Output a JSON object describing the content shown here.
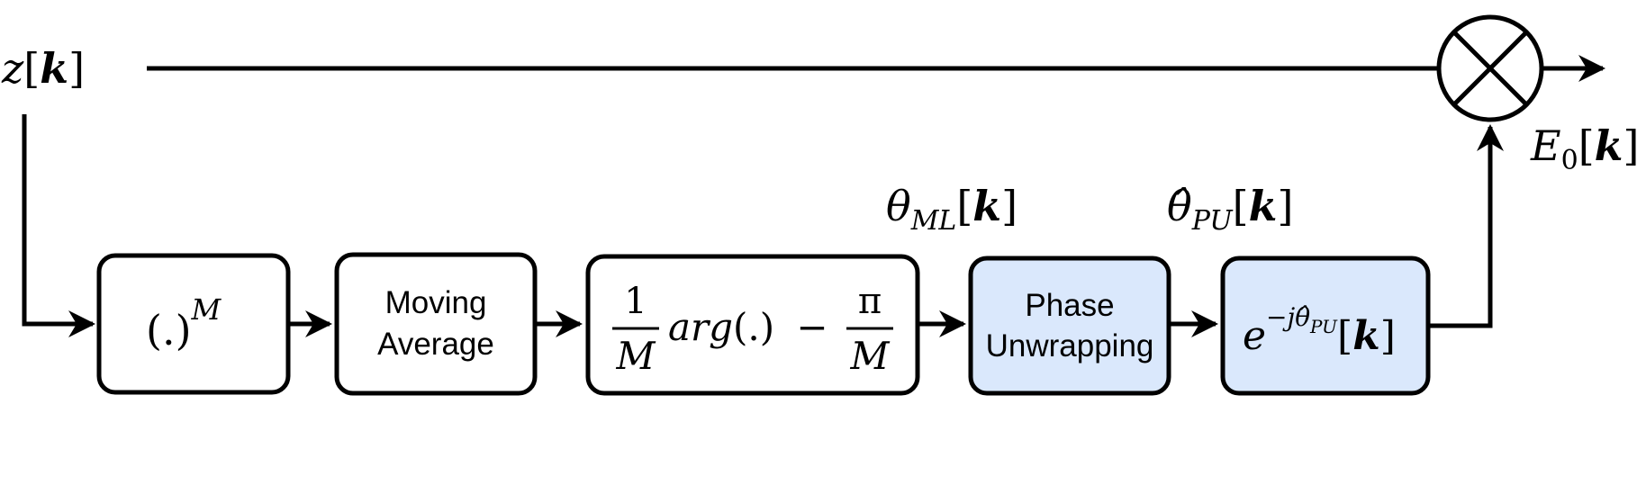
{
  "colors": {
    "stroke": "#000000",
    "plain_fill": "#ffffff",
    "highlight_fill": "#dae8fc"
  },
  "signals": {
    "input": {
      "base": "z",
      "index": "k"
    },
    "theta_ml": {
      "base": "θ",
      "subscript": "ML",
      "index": "k"
    },
    "theta_pu": {
      "base": "θ̂",
      "subscript": "PU",
      "index": "k"
    },
    "output": {
      "base": "E",
      "subscript": "0",
      "index": "k"
    }
  },
  "blocks": {
    "power": {
      "base": "(.)",
      "exponent": "M"
    },
    "moving_average": {
      "line1": "Moving",
      "line2": "Average"
    },
    "arg_scale": {
      "frac1_num": "1",
      "frac1_den": "M",
      "middle": "arg(.)",
      "minus": "−",
      "frac2_num": "π",
      "frac2_den": "M"
    },
    "phase_unwrapping": {
      "line1": "Phase",
      "line2": "Unwrapping"
    },
    "exp_correction": {
      "base": "e",
      "exponent": "−jθ̂",
      "exponent_sub": "PU",
      "index": "k"
    }
  },
  "icons": {
    "mixer": "multiplier-circle-x-icon"
  }
}
